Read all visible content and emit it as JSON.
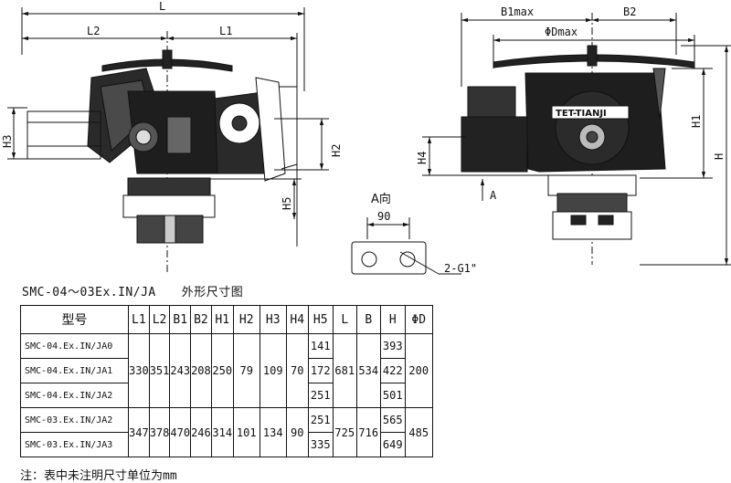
{
  "drawing": {
    "front_view": {
      "dim_L": "L",
      "dim_L2": "L2",
      "dim_L1": "L1",
      "dim_H3": "H3",
      "dim_H2": "H2",
      "dim_H5": "H5"
    },
    "side_view": {
      "dim_B1": "B1max",
      "dim_B2": "B2",
      "dim_D": "ΦDmax",
      "dim_H1": "H1",
      "dim_H": "H",
      "dim_H4": "H4",
      "arrow_A": "A",
      "nameplate": "TET-TIANJI"
    },
    "view_A": {
      "title": "A向",
      "dim_90": "90",
      "thread": "2-G1\""
    }
  },
  "caption": {
    "model_range": "SMC-04～03Ex.IN/JA",
    "title": "外形尺寸图"
  },
  "table": {
    "header": [
      "型号",
      "L1",
      "L2",
      "B1",
      "B2",
      "H1",
      "H2",
      "H3",
      "H4",
      "H5",
      "L",
      "B",
      "H",
      "ΦD"
    ],
    "group1": {
      "models": [
        "SMC-04.Ex.IN/JA0",
        "SMC-04.Ex.IN/JA1",
        "SMC-04.Ex.IN/JA2"
      ],
      "L1": "330",
      "L2": "351",
      "B1": "243",
      "B2": "208",
      "H1": "250",
      "H2": "79",
      "H3": "109",
      "H4": "70",
      "H5": [
        "141",
        "172",
        "251"
      ],
      "L": "681",
      "B": "534",
      "H": [
        "393",
        "422",
        "501"
      ],
      "D": "200"
    },
    "group2": {
      "models": [
        "SMC-03.Ex.IN/JA2",
        "SMC-03.Ex.IN/JA3"
      ],
      "L1": "347",
      "L2": "378",
      "B1": "470",
      "B2": "246",
      "H1": "314",
      "H2": "101",
      "H3": "134",
      "H4": "90",
      "H5": [
        "251",
        "335"
      ],
      "L": "725",
      "B": "716",
      "H": [
        "565",
        "649"
      ],
      "D": "485"
    }
  },
  "note": "注：表中未注明尺寸单位为mm"
}
